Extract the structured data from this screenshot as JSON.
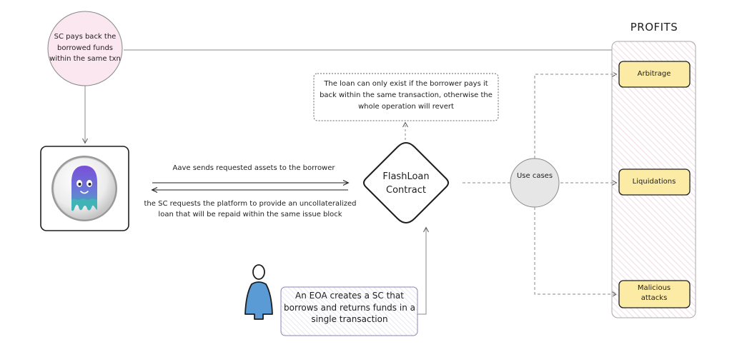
{
  "profits": {
    "title": "PROFITS",
    "items": [
      {
        "label": "Arbitrage"
      },
      {
        "label": "Liquidations"
      },
      {
        "label": "Malicious attacks"
      }
    ]
  },
  "nodes": {
    "repay": "SC pays back the borrowed funds within the same txn",
    "note": "The loan can only exist if the borrower pays it back within the same transaction, otherwise the whole operation will revert",
    "flashloan": "FlashLoan Contract",
    "use_cases": "Use cases",
    "eoa": "An EOA creates a SC that borrows and returns funds in a single transaction"
  },
  "edges": {
    "send": "Aave sends requested assets to the borrower",
    "request": "the SC requests the platform to provide an uncollateralized loan that will be repaid within the same issue block"
  },
  "colors": {
    "pink_fill": "#fbe7ef",
    "yellow_fill": "#fbeba4",
    "lavender_fill": "#f0eef9",
    "hatch": "#f2dde6",
    "gray_fill": "#e6e6e6",
    "stroke": "#1e1e1e",
    "ghost_purple": "#7a4fd8",
    "ghost_teal": "#3fb3b6",
    "person_blue": "#5b9bd5"
  },
  "icons": {
    "aave_logo": "aave-ghost-logo-icon",
    "person": "person-icon"
  }
}
